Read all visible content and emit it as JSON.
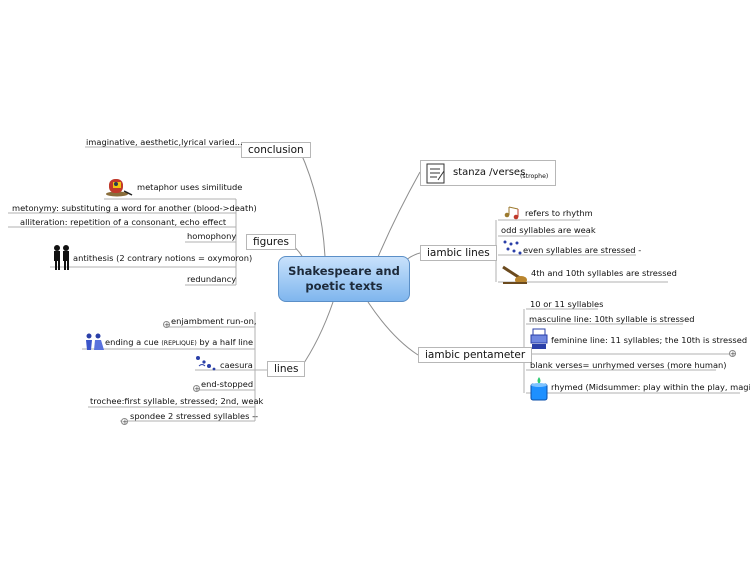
{
  "center": {
    "title_line1": "Shakespeare and",
    "title_line2": "poetic texts"
  },
  "branches": {
    "conclusion": {
      "label": "conclusion",
      "items": [
        "imaginative, aesthetic,lyrical varied..."
      ]
    },
    "figures": {
      "label": "figures",
      "items": [
        "metaphor uses similitude",
        "metonymy: substituting a word for another  (blood->death)",
        "alliteration: repetition of a consonant, echo effect",
        "homophony",
        "antithesis (2 contrary notions = oxymoron)",
        "redundancy"
      ]
    },
    "lines": {
      "label": "lines",
      "items": [
        "enjambment run-on,",
        "ending a cue",
        "(REPLIQUE)",
        "by a half line",
        "caesura",
        "end-stopped",
        "trochee:first syllable, stressed; 2nd, weak",
        "spondee 2 stressed syllables --"
      ]
    },
    "stanza": {
      "label": "stanza /verses",
      "note": "(strophe)"
    },
    "iambic_lines": {
      "label": "iambic lines",
      "items": [
        "refers to rhythm",
        "odd syllables are weak",
        "even syllables are stressed -",
        "4th and 10th syllables are stressed"
      ]
    },
    "iambic_pentameter": {
      "label": "iambic pentameter",
      "items": [
        "10 or 11 syllables",
        "masculine line: 10th syllable is stressed",
        "feminine line: 11 syllables; the 10th is stressed",
        "blank verses= unrhymed verses (more human)",
        "rhymed (Midsummer: play within the play, magic)"
      ]
    }
  },
  "expand_symbol": "+"
}
